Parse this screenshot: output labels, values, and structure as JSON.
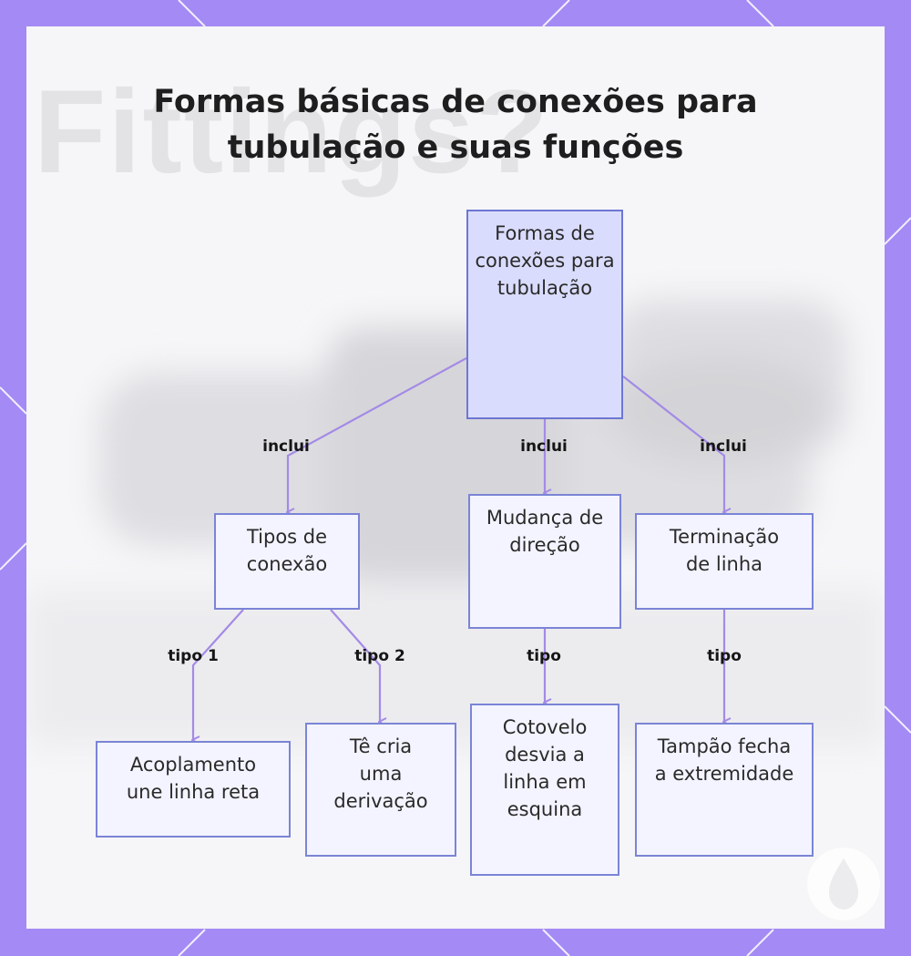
{
  "title": {
    "line1": "Formas básicas de conexões para",
    "line2": "tubulação e suas funções"
  },
  "background": {
    "faded_word": "Fittings?"
  },
  "colors": {
    "frame": "#a48af4",
    "card": "#f6f6f8",
    "node_fill": "#f3f4ff",
    "root_fill": "#dadcfd",
    "node_border": "#7b84d6",
    "edge": "#a48ae6"
  },
  "nodes": {
    "root": "Formas de conexões para tubulação",
    "tipos": "Tipos de conexão",
    "mudanca": "Mudança de direção",
    "terminacao": "Terminação de linha",
    "acoplamento": "Acoplamento une linha reta",
    "te": "Tê cria uma derivação",
    "cotovelo": "Cotovelo desvia a linha em esquina",
    "tampao": "Tampão fecha a extremidade"
  },
  "edges": {
    "root_tipos": "inclui",
    "root_mudanca": "inclui",
    "root_terminacao": "inclui",
    "tipos_acoplamento": "tipo 1",
    "tipos_te": "tipo 2",
    "mudanca_cotovelo": "tipo",
    "terminacao_tampao": "tipo"
  },
  "icons": {
    "watermark": "drop-watermark-icon"
  }
}
